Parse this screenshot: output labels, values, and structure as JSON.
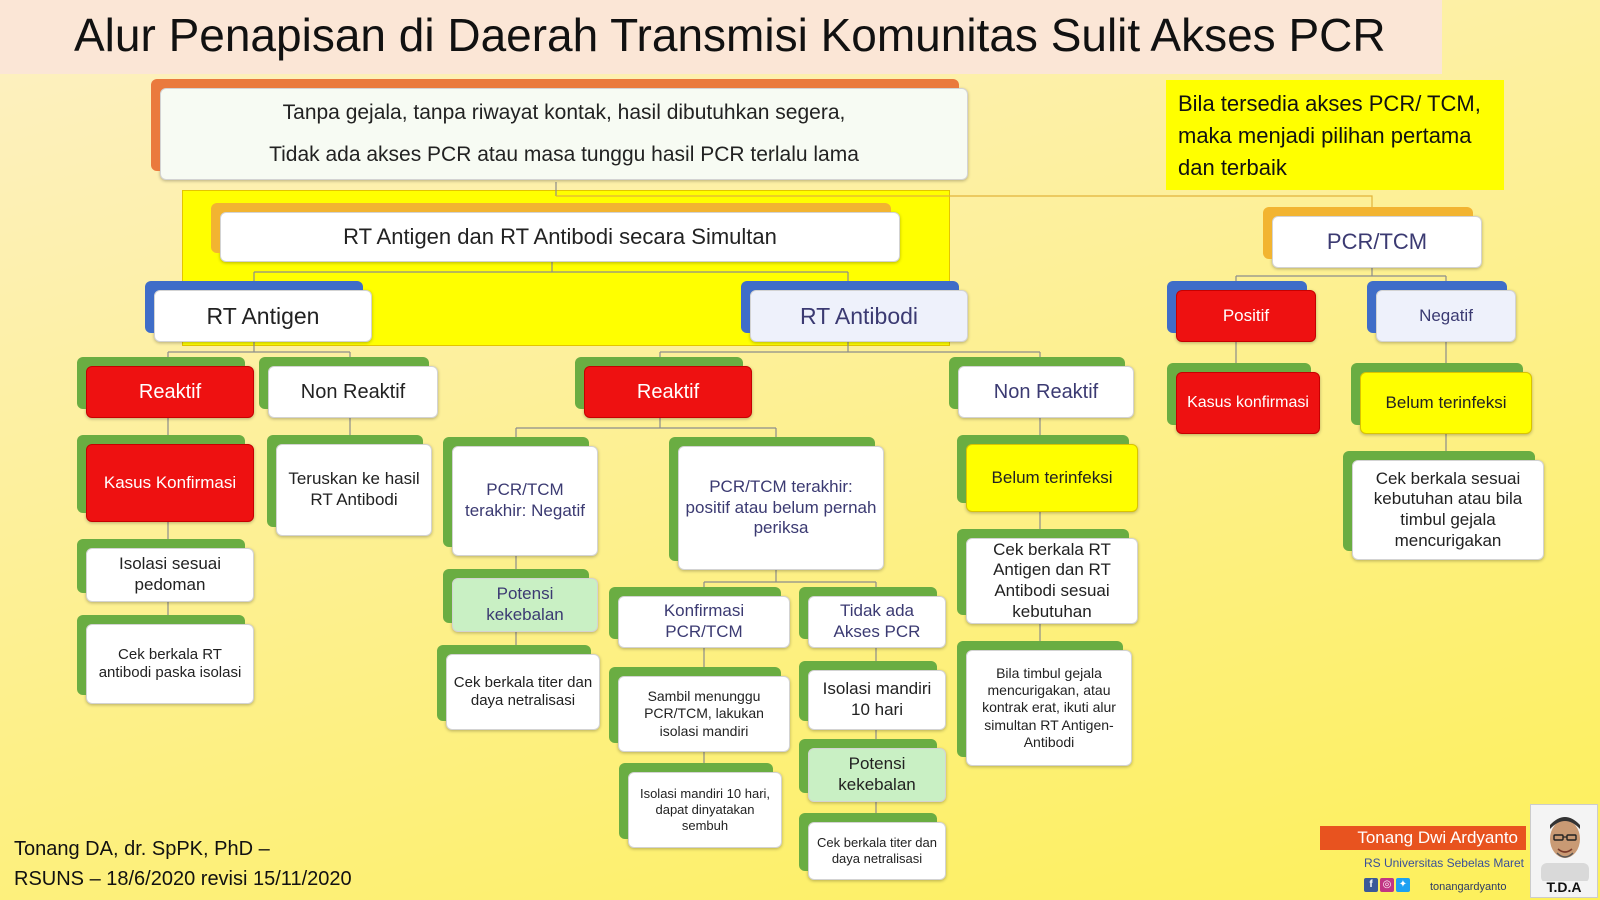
{
  "title": "Alur Penapisan di Daerah Transmisi Komunitas Sulit Akses PCR",
  "note": "Bila tersedia akses PCR/ TCM, maka menjadi pilihan pertama dan terbaik",
  "nodes": {
    "top_line1": "Tanpa gejala, tanpa riwayat kontak, hasil dibutuhkan segera,",
    "top_line2": "Tidak ada akses PCR atau masa tunggu hasil PCR terlalu lama",
    "simultan": "RT Antigen dan RT Antibodi secara Simultan",
    "rt_antigen": "RT Antigen",
    "rt_antibodi": "RT Antibodi",
    "ag_reaktif": "Reaktif",
    "ag_non_reaktif": "Non Reaktif",
    "ag_kasus_konfirmasi": "Kasus Konfirmasi",
    "ag_teruskan": "Teruskan ke hasil RT Antibodi",
    "ag_isolasi": "Isolasi sesuai pedoman",
    "ag_cek": "Cek berkala RT antibodi paska isolasi",
    "ab_reaktif": "Reaktif",
    "ab_non_reaktif": "Non Reaktif",
    "ab_pcr_negatif": "PCR/TCM terakhir: Negatif",
    "ab_pcr_positif": "PCR/TCM terakhir: positif atau belum pernah periksa",
    "ab_potensi1": "Potensi kekebalan",
    "ab_cek_titer1": "Cek berkala titer dan daya netralisasi",
    "ab_konfirmasi": "Konfirmasi PCR/TCM",
    "ab_tidak_ada": "Tidak ada Akses PCR",
    "ab_sambil": "Sambil menunggu PCR/TCM, lakukan isolasi mandiri",
    "ab_isolasi10a": "Isolasi mandiri 10 hari, dapat dinyatakan sembuh",
    "ab_isolasi10b": "Isolasi mandiri 10 hari",
    "ab_potensi2": "Potensi kekebalan",
    "ab_cek_titer2": "Cek berkala titer dan daya netralisasi",
    "ab_belum": "Belum terinfeksi",
    "ab_cek_sesuai": "Cek berkala RT Antigen dan RT Antibodi sesuai kebutuhan",
    "ab_bila": "Bila timbul gejala mencurigakan, atau kontrak erat, ikuti alur simultan RT Antigen-Antibodi",
    "pcr_tcm": "PCR/TCM",
    "positif": "Positif",
    "negatif": "Negatif",
    "kasus_konfirmasi2": "Kasus konfirmasi",
    "belum2": "Belum terinfeksi",
    "cek_gejala": "Cek berkala sesuai kebutuhan atau bila timbul gejala mencurigakan"
  },
  "footer": {
    "line1": "Tonang DA, dr. SpPK, PhD –",
    "line2": "RSUNS – 18/6/2020 revisi 15/11/2020"
  },
  "author": {
    "name": "Tonang Dwi Ardyanto",
    "org": "RS Universitas Sebelas Maret",
    "handle": "tonangardyanto",
    "logo_text": "T.D.A"
  },
  "colors": {
    "red": "#ee1111",
    "yellow": "#ffff00",
    "orange_banner": "#e8531f",
    "light_green": "#c9f0c4"
  }
}
